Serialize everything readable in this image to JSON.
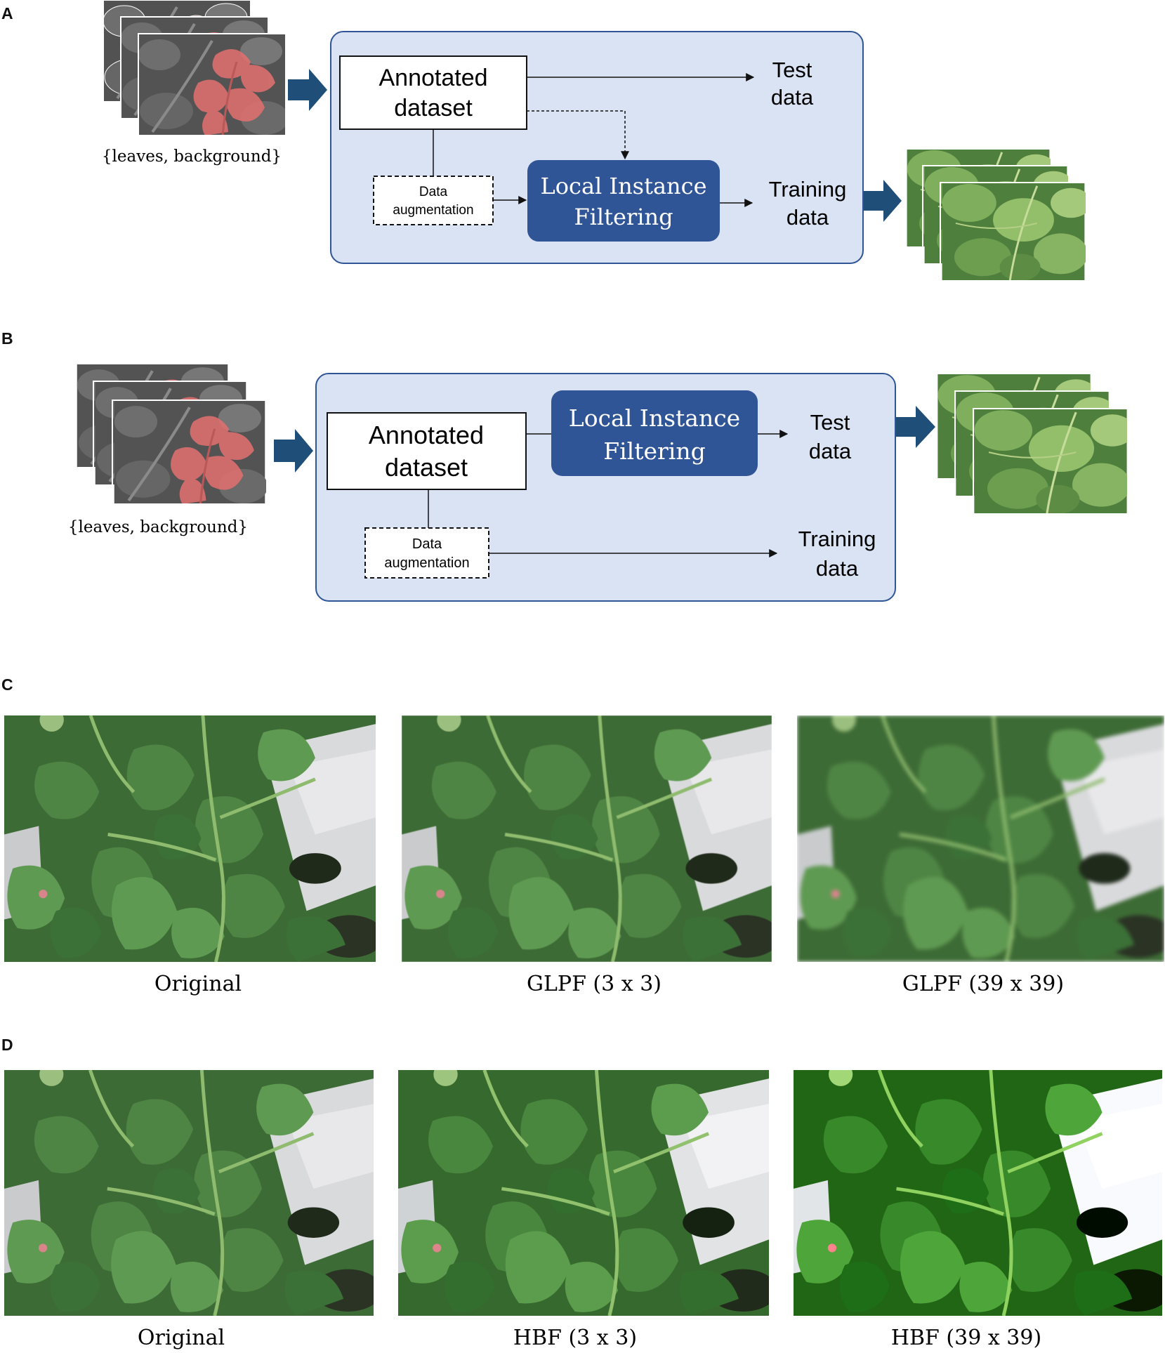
{
  "panels": {
    "a": {
      "letter": "A",
      "classes_label": "{leaves, background}",
      "annotated_dataset": [
        "Annotated",
        "dataset"
      ],
      "data_augmentation": [
        "Data",
        "augmentation"
      ],
      "local_instance_filtering": [
        "Local Instance",
        "Filtering"
      ],
      "test_data": [
        "Test",
        "data"
      ],
      "training_data": [
        "Training",
        "data"
      ]
    },
    "b": {
      "letter": "B",
      "classes_label": "{leaves, background}",
      "annotated_dataset": [
        "Annotated",
        "dataset"
      ],
      "data_augmentation": [
        "Data",
        "augmentation"
      ],
      "local_instance_filtering": [
        "Local Instance",
        "Filtering"
      ],
      "test_data": [
        "Test",
        "data"
      ],
      "training_data": [
        "Training",
        "data"
      ]
    },
    "c": {
      "letter": "C",
      "captions": [
        "Original",
        "GLPF (3 x 3)",
        "GLPF (39 x 39)"
      ]
    },
    "d": {
      "letter": "D",
      "captions": [
        "Original",
        "HBF (3 x 3)",
        "HBF (39 x 39)"
      ]
    }
  },
  "colors": {
    "pipeline_bg": "#dae3f3",
    "pipeline_border": "#2f5597",
    "filter_box": "#2f5597",
    "block_arrow": "#1f4e79",
    "annotation_overlay": "#e07070",
    "leaf_dark": "#3c6b35",
    "leaf_light": "#7aa85a"
  }
}
